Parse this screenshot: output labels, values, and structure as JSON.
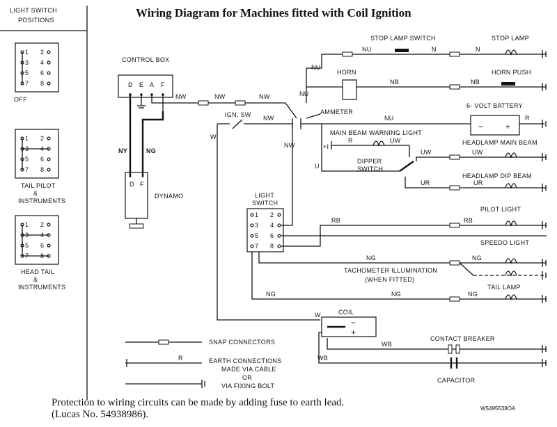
{
  "title": "Wiring Diagram for Machines fitted with Coil Ignition",
  "legend_panel": {
    "heading_line1": "LIGHT SWITCH",
    "heading_line2": "POSITIONS",
    "positions": [
      {
        "label_lines": [
          "OFF"
        ]
      },
      {
        "label_lines": [
          "TAIL PILOT",
          "&",
          "INSTRUMENTS"
        ]
      },
      {
        "label_lines": [
          "HEAD TAIL",
          "&",
          "INSTRUMENTS"
        ]
      }
    ]
  },
  "components": {
    "control_box": "CONTROL BOX",
    "control_box_terminals": [
      "D",
      "E",
      "A",
      "F"
    ],
    "dynamo": "DYNAMO",
    "dynamo_terminals": [
      "D",
      "F"
    ],
    "ign_sw": "IGN. SW",
    "ammeter": "AMMETER",
    "horn": "HORN",
    "horn_push": "HORN PUSH",
    "stop_lamp_switch": "STOP LAMP SWITCH",
    "stop_lamp": "STOP LAMP",
    "battery": "6- VOLT BATTERY",
    "battery_minus": "−",
    "battery_plus": "+",
    "main_beam_warning": "MAIN BEAM WARNING LIGHT",
    "earth_plus": "+I",
    "headlamp_main": "HEADLAMP MAIN BEAM",
    "dipper_line1": "DIPPER",
    "dipper_line2": "SWITCH",
    "headlamp_dip": "HEADLAMP DIP BEAM",
    "light_switch_line1": "LIGHT",
    "light_switch_line2": "SWITCH",
    "pilot_light": "PILOT LIGHT",
    "speedo_light": "SPEEDO LIGHT",
    "tacho_line1": "TACHOMETER ILLUMINATION",
    "tacho_line2": "(WHEN FITTED)",
    "tail_lamp": "TAIL LAMP",
    "coil": "COIL",
    "coil_minus": "−",
    "coil_plus": "+",
    "contact_breaker": "CONTACT BREAKER",
    "capacitor": "CAPACITOR"
  },
  "wire_codes": {
    "nw": "NW",
    "nu": "NU",
    "n": "N",
    "nb": "NB",
    "w": "W",
    "ny": "NY",
    "ng": "NG",
    "r": "R",
    "uw": "UW",
    "u": "U",
    "ur": "UR",
    "rb": "RB",
    "wb": "WB"
  },
  "key": {
    "snap": "SNAP CONNECTORS",
    "earth_r": "R",
    "earth_line1": "EARTH CONNECTIONS",
    "earth_line2": "MADE VIA CABLE",
    "earth_line3": "OR",
    "earth_line4": "VIA FIXING BOLT"
  },
  "footer_line1": "Protection to wiring circuits can be made by adding fuse to earth lead.",
  "footer_line2": "(Lucas No. 54938986).",
  "drawing_number": "W5495538OA",
  "switch_term_numbers": [
    "1",
    "2",
    "3",
    "4",
    "5",
    "6",
    "7",
    "8"
  ]
}
